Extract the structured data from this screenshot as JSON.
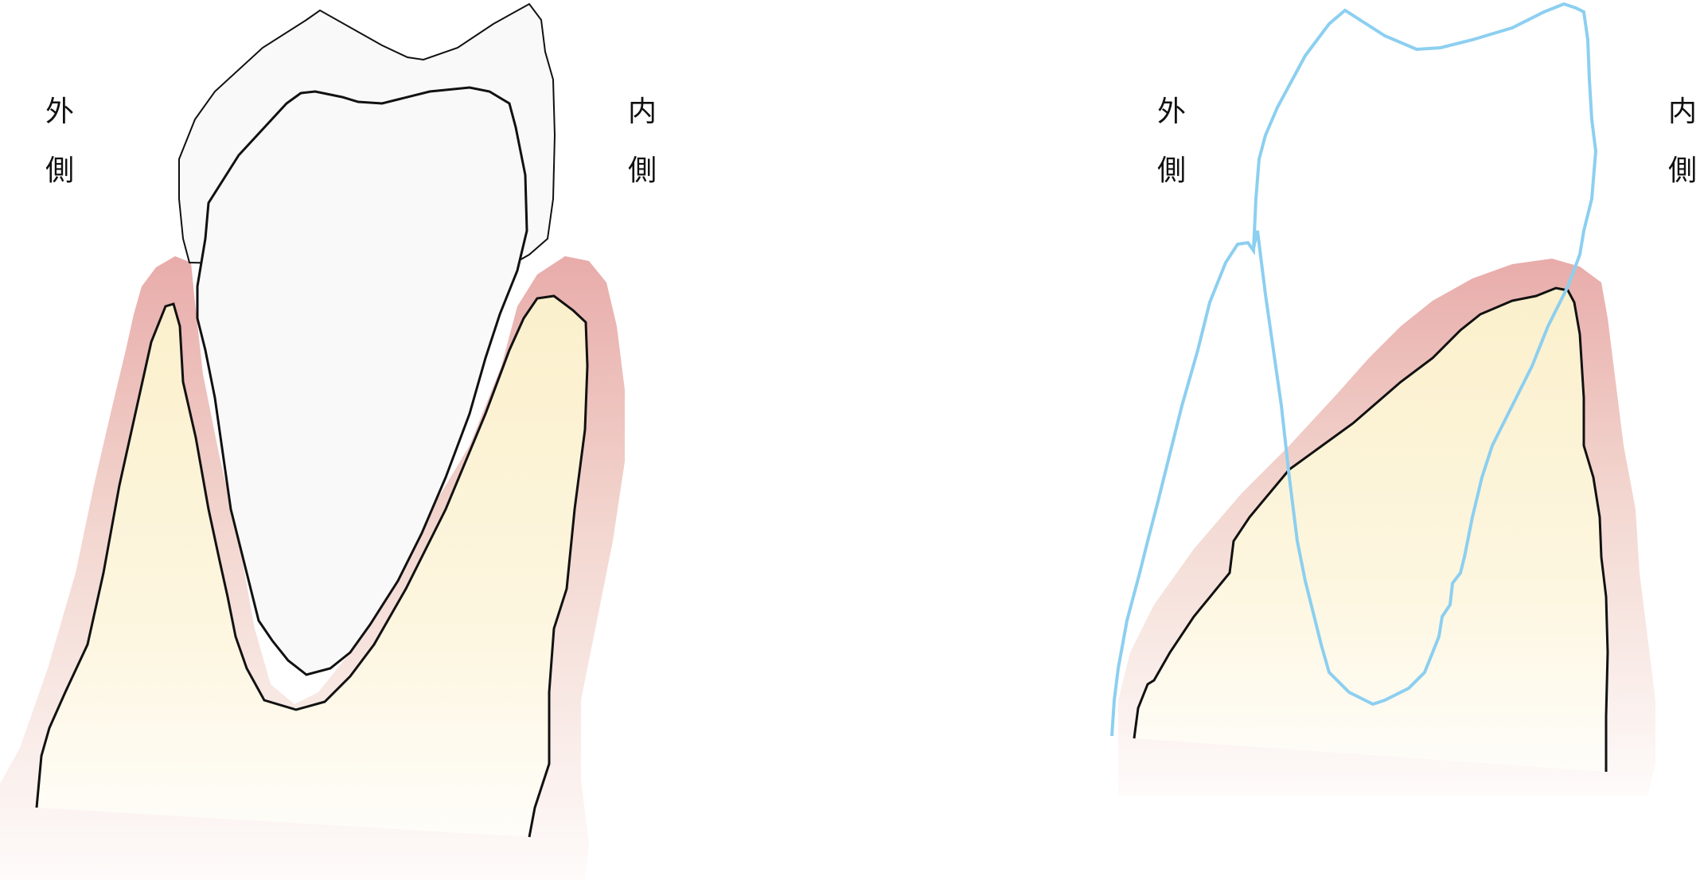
{
  "labels": {
    "left_panel": {
      "outer": [
        "外",
        "側"
      ],
      "inner": [
        "内",
        "側"
      ]
    },
    "right_panel": {
      "outer": [
        "外",
        "側"
      ],
      "inner": [
        "内",
        "側"
      ]
    }
  },
  "colors": {
    "outline": "#111111",
    "crown_fill": "#f9f9f9",
    "bone": "#fdf3d2",
    "gingiva": "#e8acaa",
    "ghost_tooth_outline": "#8ccff0"
  }
}
